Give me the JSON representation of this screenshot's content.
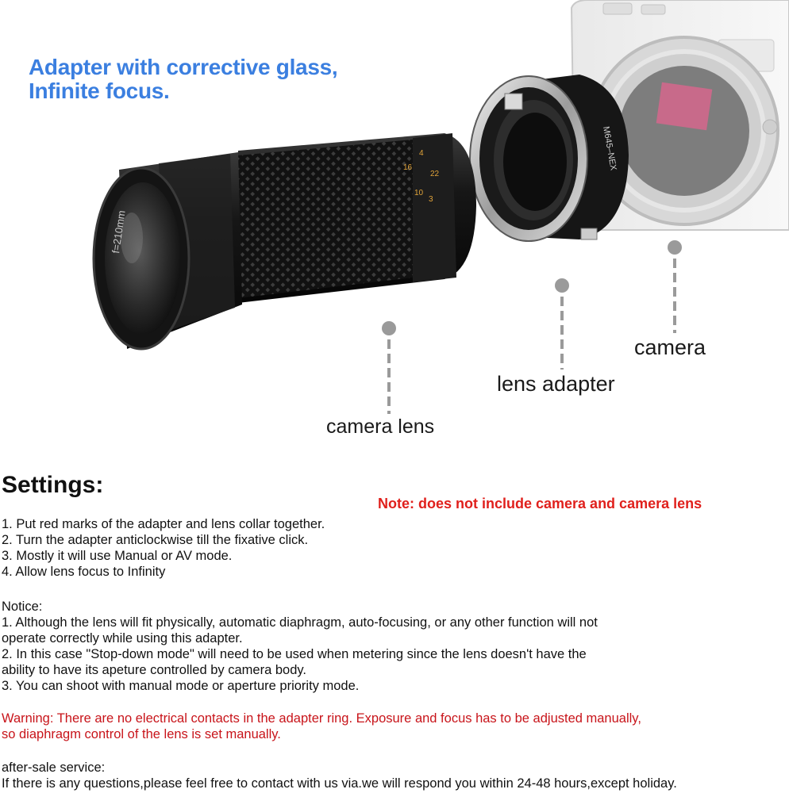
{
  "headline": {
    "line1": "Adapter with corrective glass,",
    "line2": "Infinite focus."
  },
  "lens_markings": {
    "focal": "f=210mm",
    "aperture_scale": [
      "4",
      "16",
      "22",
      "10",
      "3"
    ],
    "adapter_engraving": "M645–NEX"
  },
  "callouts": {
    "camera": "camera",
    "lens_adapter": "lens adapter",
    "camera_lens": "camera lens"
  },
  "settings": {
    "title": "Settings:",
    "note": "Note: does not include camera and camera lens",
    "steps": [
      "1. Put red marks of the adapter and lens collar together.",
      "2. Turn the adapter anticlockwise till the fixative click.",
      "3. Mostly it will use Manual or AV mode.",
      "4. Allow lens focus to Infinity"
    ]
  },
  "notice": {
    "heading": "Notice:",
    "lines": [
      "1. Although the lens will fit physically, automatic diaphragm, auto-focusing, or any other function will not",
      "operate correctly while using this adapter.",
      "2. In this case \"Stop-down mode\" will need to be used when metering since the lens doesn't have the",
      "ability to have its apeture controlled by camera body.",
      "3. You can shoot with manual mode or aperture priority mode."
    ]
  },
  "warning": {
    "line1": "Warning:  There are no electrical contacts in the adapter ring. Exposure and focus has to be adjusted manually,",
    "line2": "so diaphragm control of the lens is set manually."
  },
  "service": {
    "heading": "after-sale service:",
    "text": "If there is any questions,please feel free to contact with us via.we will respond you within 24-48 hours,except holiday."
  },
  "colors": {
    "headline": "#3b7fe0",
    "note": "#e0201c",
    "warning": "#c8141a",
    "callout_dot": "#9a9a9a"
  }
}
